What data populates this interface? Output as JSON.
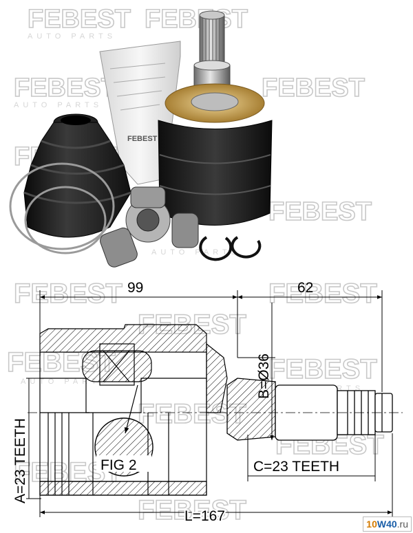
{
  "brand": {
    "watermark": "FEBEST",
    "watermark_sub": "AUTO PARTS",
    "tube_label": "FEBEST"
  },
  "dimensions": {
    "body_length": "99",
    "shaft_length": "62",
    "diameter": "B=Ø36",
    "inner_teeth": "A=23 TEETH",
    "outer_teeth": "C=23 TEETH",
    "total_length": "L=167",
    "detail_label": "FIG 2"
  },
  "site_logo": {
    "part1": "10",
    "part2": "W40",
    "part3": ".ru"
  },
  "colors": {
    "rubber": "#1c1c1c",
    "metal": "#a8a8a8",
    "gold": "#c9a55a",
    "watermark": "#c8c8c8"
  }
}
